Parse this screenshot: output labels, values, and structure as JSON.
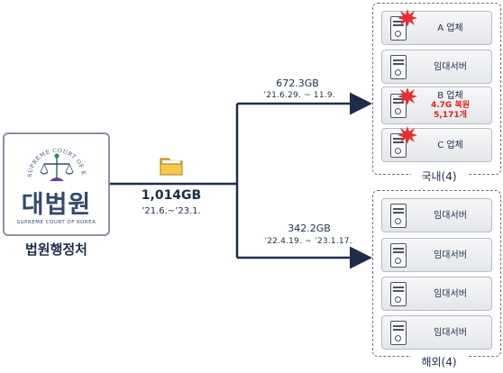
{
  "source": {
    "seal_text": "SUPREME COURT OF KOREA",
    "name": "대법원",
    "name_en": "SUPREME COURT OF KOREA",
    "agency": "법원행정처"
  },
  "total": {
    "size": "1,014GB",
    "period": "’21.6.~’23.1."
  },
  "flows": {
    "domestic": {
      "size": "672.3GB",
      "period": "’21.6.29. ~ 11.9."
    },
    "overseas": {
      "size": "342.2GB",
      "period": "’22.4.19. ~ ’23.1.17."
    }
  },
  "groups": {
    "domestic": {
      "label": "국내(4)",
      "servers": [
        {
          "label": "A 업체",
          "breached": true
        },
        {
          "label": "임대서버",
          "breached": false
        },
        {
          "label": "B 업체",
          "detail1": "4.7G 복원",
          "detail2": "5,171개",
          "breached": true
        },
        {
          "label": "C 업체",
          "breached": true
        }
      ]
    },
    "overseas": {
      "label": "해외(4)",
      "servers": [
        {
          "label": "임대서버"
        },
        {
          "label": "임대서버"
        },
        {
          "label": "임대서버"
        },
        {
          "label": "임대서버"
        }
      ]
    }
  },
  "colors": {
    "arrow": "#1f2d4a",
    "highlight": "#e02020",
    "burst": "#e63030"
  }
}
